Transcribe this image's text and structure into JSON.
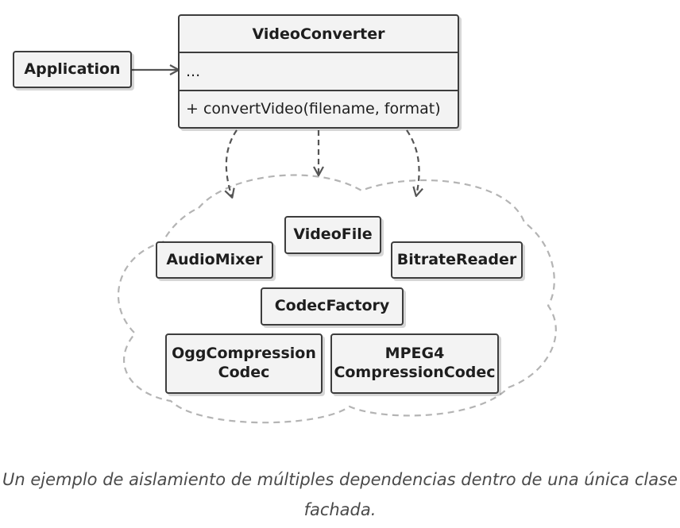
{
  "diagram": {
    "facade": {
      "name": "VideoConverter",
      "fields": "...",
      "methods": "+ convertVideo(filename, format)"
    },
    "client": "Application",
    "subsystem": {
      "video_file": "VideoFile",
      "audio_mixer": "AudioMixer",
      "bitrate_reader": "BitrateReader",
      "codec_factory": "CodecFactory",
      "ogg_codec": [
        "OggCompression",
        "Codec"
      ],
      "mpeg4_codec": [
        "MPEG4",
        "CompressionCodec"
      ]
    }
  },
  "caption": "Un ejemplo de aislamiento de múltiples dependencias dentro de una única clase fachada."
}
